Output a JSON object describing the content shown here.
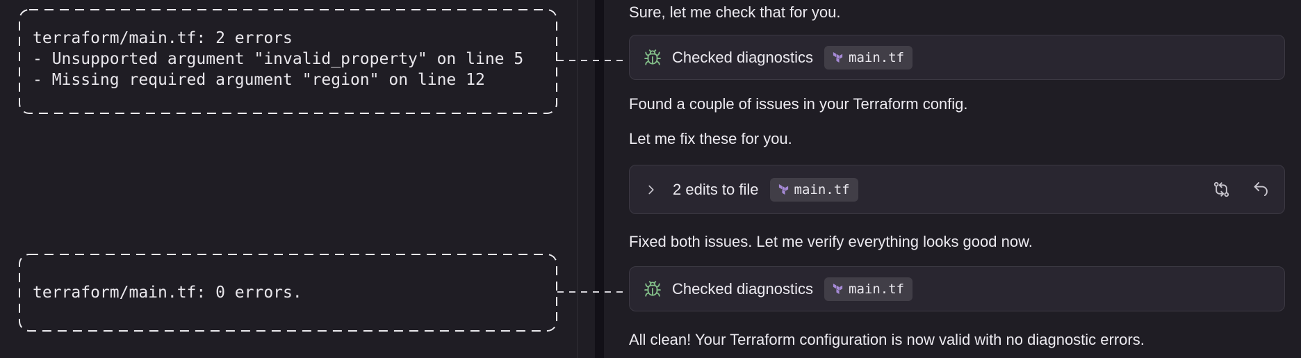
{
  "left_panel": {
    "diagnostics_before": {
      "line1": "terraform/main.tf: 2 errors",
      "line2": "- Unsupported argument \"invalid_property\" on line 5",
      "line3": "- Missing required argument \"region\" on line 12"
    },
    "diagnostics_after": {
      "line1": "terraform/main.tf: 0 errors."
    }
  },
  "chat_panel": {
    "message_1": "Sure, let me check that for you.",
    "diagnostics_card_1": {
      "label": "Checked diagnostics",
      "file_badge": "main.tf"
    },
    "message_2": "Found a couple of issues in your Terraform config.",
    "message_3": "Let me fix these for you.",
    "edits_card": {
      "label": "2 edits to file",
      "file_badge": "main.tf"
    },
    "message_4": "Fixed both issues. Let me verify everything looks good now.",
    "diagnostics_card_2": {
      "label": "Checked diagnostics",
      "file_badge": "main.tf"
    },
    "message_5": "All clean! Your Terraform configuration is now valid with no diagnostic errors."
  },
  "icons": {
    "bug": "bug-icon",
    "terraform": "terraform-logo-icon",
    "chevron": "chevron-right-icon",
    "review_changes": "review-changes-icon",
    "undo": "undo-icon"
  },
  "colors": {
    "panel_background": "#1f1d24",
    "card_background": "#292630",
    "card_border": "#3c3943",
    "badge_background": "#413e47",
    "bug_green": "#84c08a",
    "terraform_purple": "#a68ad6",
    "dashed_outline": "#ecebef"
  }
}
